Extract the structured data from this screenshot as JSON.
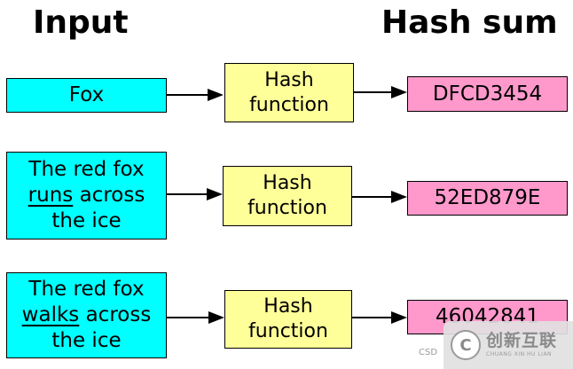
{
  "headers": {
    "input": "Input",
    "hash_sum": "Hash sum"
  },
  "rows": [
    {
      "input_lines": [
        {
          "segments": [
            {
              "text": "Fox",
              "underline": false
            }
          ]
        }
      ],
      "function": [
        "Hash",
        "function"
      ],
      "hash": "DFCD3454"
    },
    {
      "input_lines": [
        {
          "segments": [
            {
              "text": "The red fox",
              "underline": false
            }
          ]
        },
        {
          "segments": [
            {
              "text": "runs",
              "underline": true
            },
            {
              "text": " across",
              "underline": false
            }
          ]
        },
        {
          "segments": [
            {
              "text": "the ice",
              "underline": false
            }
          ]
        }
      ],
      "function": [
        "Hash",
        "function"
      ],
      "hash": "52ED879E"
    },
    {
      "input_lines": [
        {
          "segments": [
            {
              "text": "The red fox",
              "underline": false
            }
          ]
        },
        {
          "segments": [
            {
              "text": "walks",
              "underline": true
            },
            {
              "text": " across",
              "underline": false
            }
          ]
        },
        {
          "segments": [
            {
              "text": "the ice",
              "underline": false
            }
          ]
        }
      ],
      "function": [
        "Hash",
        "function"
      ],
      "hash": "46042841"
    }
  ],
  "colors": {
    "input_box": "#00ffff",
    "function_box": "#ffff99",
    "hash_box": "#ff99cc"
  },
  "watermark": {
    "logo_glyph": "C",
    "name": "创新互联",
    "pinyin": "CHUANG XIN HU LIAN",
    "csdn": "CSD"
  }
}
